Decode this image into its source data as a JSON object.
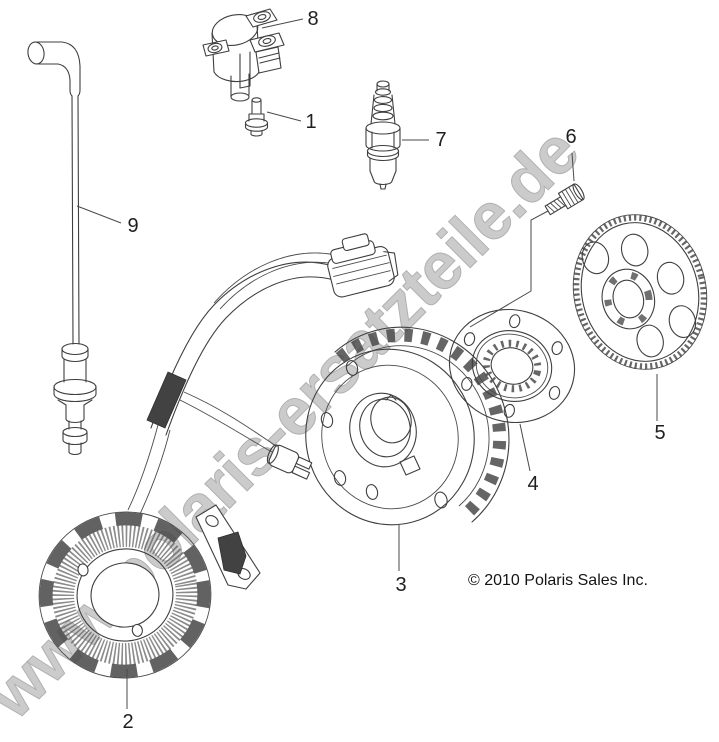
{
  "diagram": {
    "watermark": "www.polaris-ersatzteile.de",
    "copyright": "© 2010 Polaris Sales Inc.",
    "callouts": [
      {
        "label": "1"
      },
      {
        "label": "2"
      },
      {
        "label": "3"
      },
      {
        "label": "4"
      },
      {
        "label": "5"
      },
      {
        "label": "6"
      },
      {
        "label": "7"
      },
      {
        "label": "8"
      },
      {
        "label": "9"
      }
    ]
  }
}
